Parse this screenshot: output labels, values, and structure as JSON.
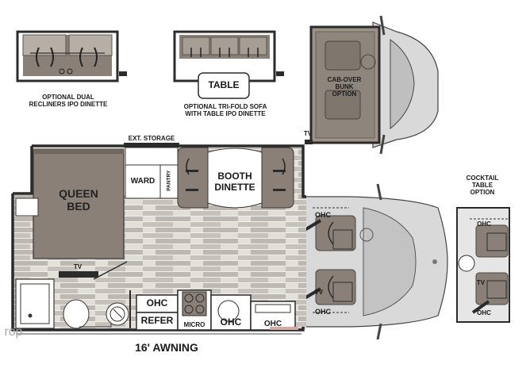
{
  "labels": {
    "opt_recliners": "OPTIONAL DUAL\nRECLINERS IPO DINETTE",
    "opt_sofa": "OPTIONAL TRI-FOLD SOFA\nWITH TABLE IPO DINETTE",
    "table": "TABLE",
    "cab_over": "CAB-OVER\nBUNK\nOPTION",
    "tv_top": "TV",
    "ext_storage": "EXT. STORAGE",
    "queen_bed": "QUEEN\nBED",
    "ward": "WARD",
    "pantry": "PANTRY",
    "booth_dinette": "BOOTH\nDINETTE",
    "tv_bed": "TV",
    "ohc_kitchen": "OHC",
    "refer": "REFER",
    "micro": "MICRO",
    "ohc_sink": "OHC",
    "ohc_counter": "OHC",
    "awning": "16' AWNING",
    "ohc_cab_top": "OHC",
    "tv_cab": "TV",
    "ohc_cab_bottom": "OHC",
    "cocktail": "COCKTAIL\nTABLE\nOPTION",
    "ohc_cocktail_top": "OHC",
    "tv_cocktail": "TV",
    "ohc_cocktail_bottom": "OHC",
    "watermark": "rop"
  },
  "colors": {
    "wall": "#2b2b2b",
    "furniture": "#8a8078",
    "furniture_light": "#d9d5cf",
    "floor_wood": "#cfccc6",
    "truck": "#d8d8d8",
    "pink_accent": "#d5a9a3"
  }
}
